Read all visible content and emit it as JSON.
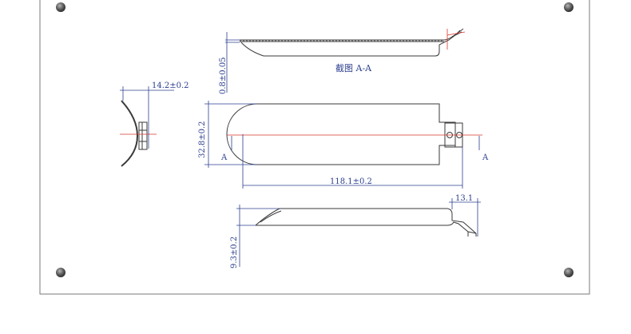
{
  "drawing": {
    "section_title": "截图 A-A",
    "dimensions": {
      "thickness": "0.8±0.05",
      "end_width": "14.2±0.2",
      "width": "32.8±0.2",
      "length": "118.1±0.2",
      "tab_length": "13.1",
      "height": "9.3±0.2"
    },
    "section_marker_left": "A",
    "section_marker_right": "A"
  },
  "colors": {
    "line": "#3a3a3a",
    "dimension": "#2c3f8f",
    "centerline": "#d9362b",
    "dot": "#555555"
  },
  "icons": {
    "corner_marker": "screw-dot-icon"
  }
}
